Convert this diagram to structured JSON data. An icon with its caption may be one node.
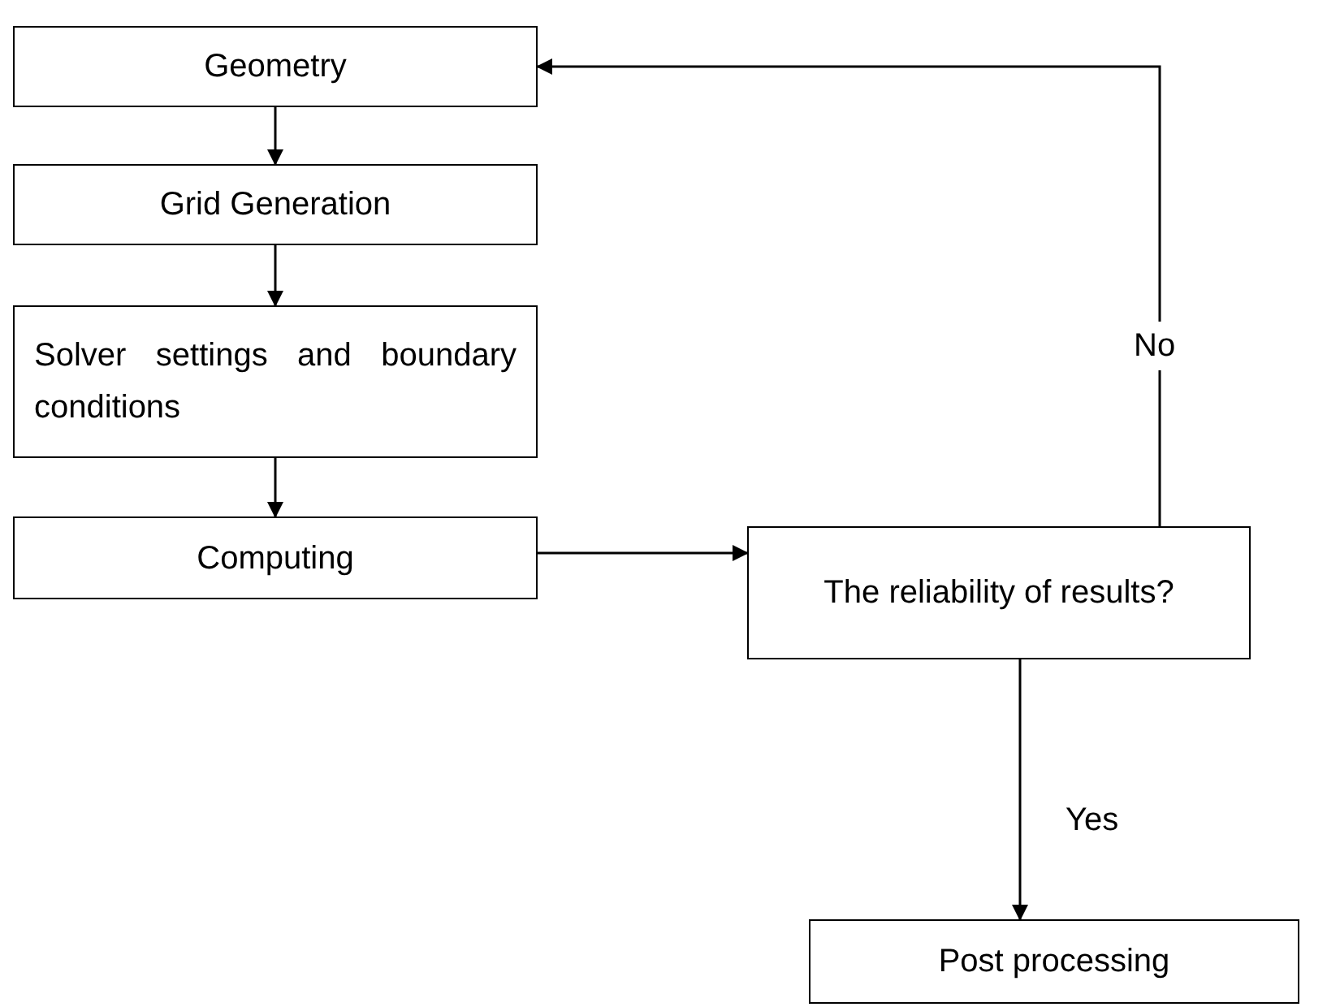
{
  "diagram": {
    "nodes": [
      {
        "text": [
          "Geometry"
        ]
      },
      {
        "text": [
          "Grid Generation"
        ]
      },
      {
        "text": [
          "Solver settings and boundary conditions"
        ]
      },
      {
        "text": [
          "Computing"
        ]
      },
      {
        "text": [
          "The reliability of results?"
        ]
      },
      {
        "text": [
          "Post processing"
        ]
      }
    ],
    "edges": [
      {
        "from": 0,
        "to": 1,
        "arrow": "to"
      },
      {
        "from": 1,
        "to": 2,
        "arrow": "to"
      },
      {
        "from": 2,
        "to": 3,
        "arrow": "to"
      },
      {
        "from": 3,
        "to": 4,
        "arrow": "to"
      },
      {
        "from": 4,
        "to": 0,
        "arrow": "to",
        "label": "No"
      },
      {
        "from": 4,
        "to": 5,
        "arrow": "to",
        "label": "Yes"
      }
    ]
  }
}
